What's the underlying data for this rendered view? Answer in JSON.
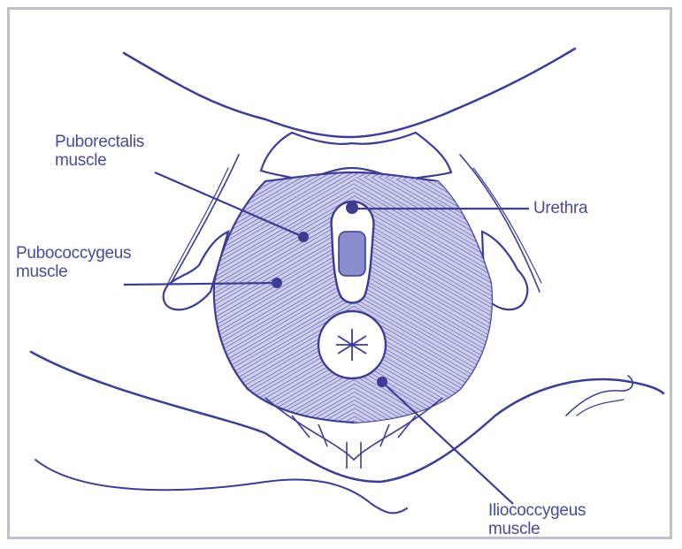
{
  "labels": {
    "puborectalis": [
      "Puborectalis",
      "muscle"
    ],
    "urethra": "Urethra",
    "pubococcygeus": [
      "Pubococcygeus",
      "muscle"
    ],
    "iliococcygeus": [
      "Iliococcygeus",
      "muscle"
    ]
  },
  "colors": {
    "ink": "#3c3c94",
    "muscle_fill": "#8a8ccc",
    "frame": "#bfc0cc"
  }
}
